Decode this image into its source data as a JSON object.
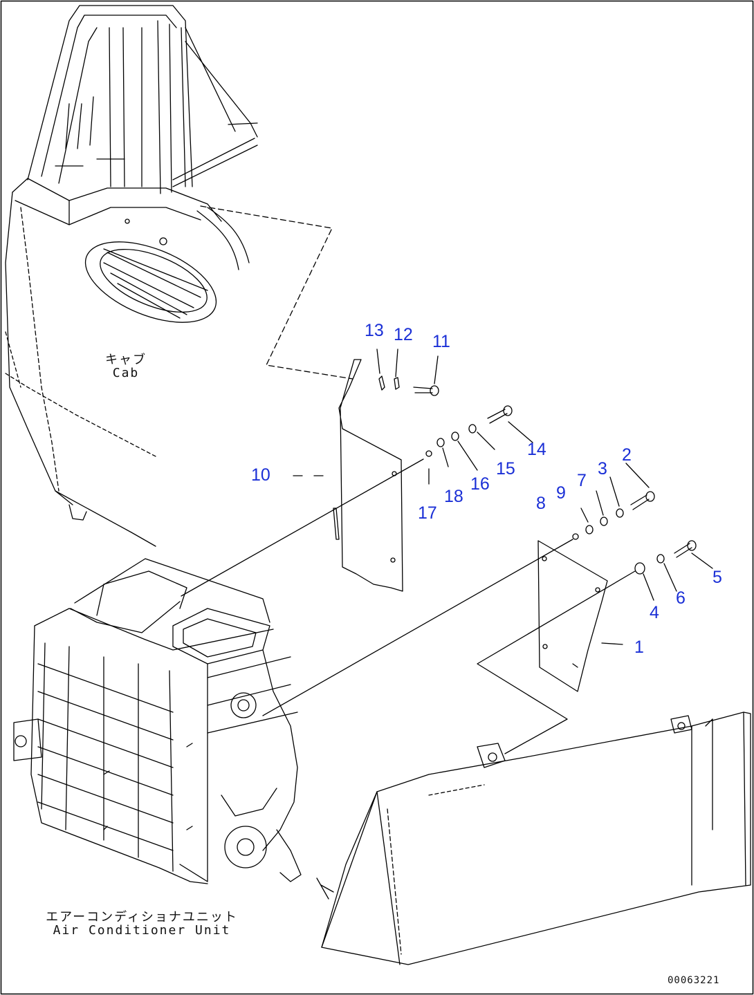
{
  "labels": {
    "cab_jp": "キャブ",
    "cab_en": "Cab",
    "ac_jp": "エアーコンディショナユニット",
    "ac_en": "Air Conditioner Unit",
    "drawing_number": "00063221"
  },
  "callouts": [
    "1",
    "2",
    "3",
    "4",
    "5",
    "6",
    "7",
    "8",
    "9",
    "10",
    "11",
    "12",
    "13",
    "14",
    "15",
    "16",
    "17",
    "18"
  ],
  "colors": {
    "callout": "#1a2fd6",
    "line": "#000000",
    "background": "#ffffff"
  }
}
